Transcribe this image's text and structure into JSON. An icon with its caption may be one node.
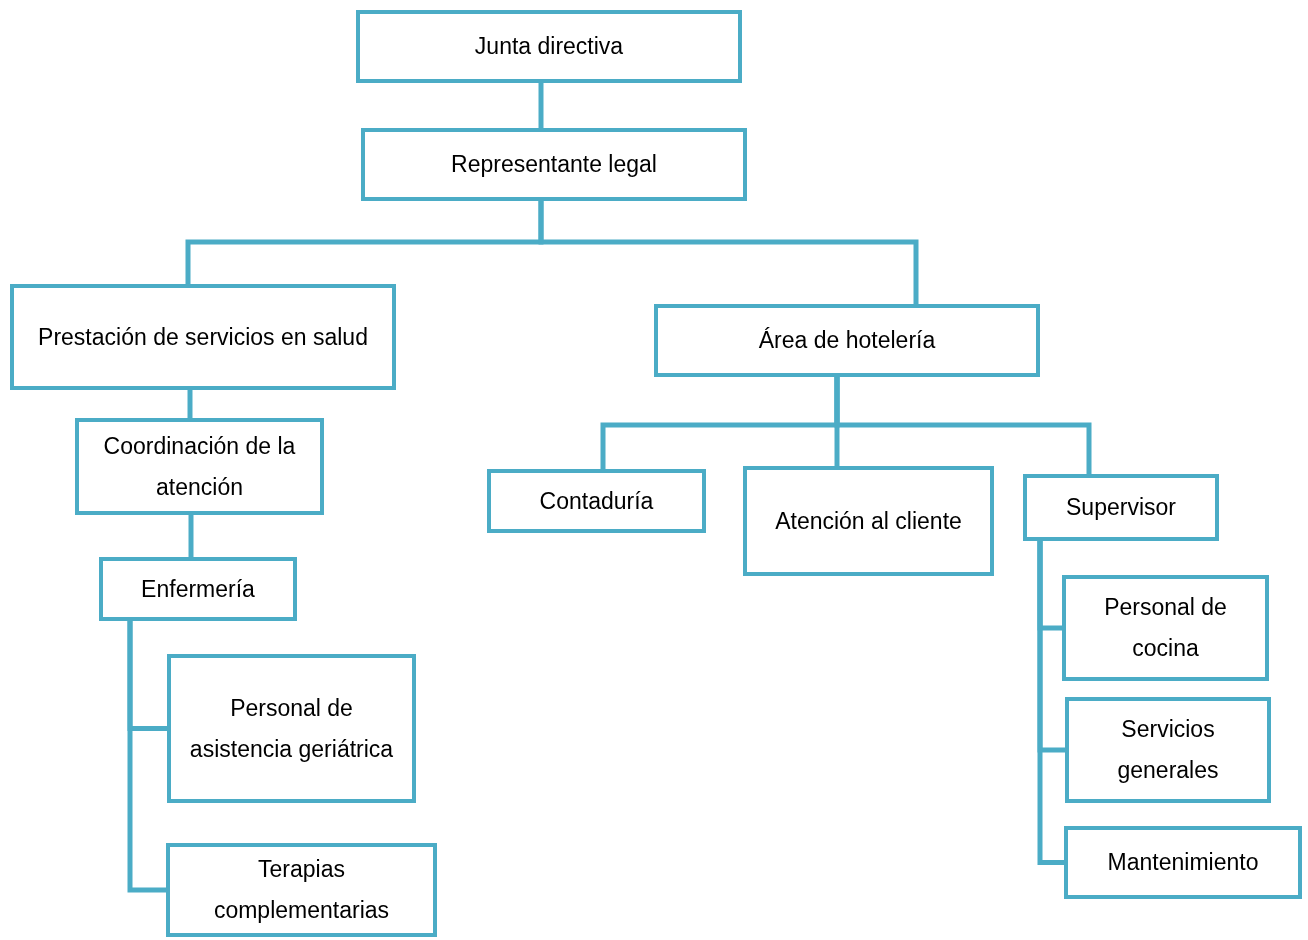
{
  "diagram": {
    "nodes": [
      {
        "text": [
          "Junta directiva"
        ]
      },
      {
        "text": [
          "Representante legal"
        ]
      },
      {
        "text": [
          "Prestación de servicios en salud"
        ]
      },
      {
        "text": [
          "Área de hotelería"
        ]
      },
      {
        "text": [
          "Coordinación de la atención"
        ]
      },
      {
        "text": [
          "Enfermería"
        ]
      },
      {
        "text": [
          "Personal de asistencia geriátrica"
        ]
      },
      {
        "text": [
          "Terapias complementarias"
        ]
      },
      {
        "text": [
          "Contaduría"
        ]
      },
      {
        "text": [
          "Atención al cliente"
        ]
      },
      {
        "text": [
          "Supervisor"
        ]
      },
      {
        "text": [
          "Personal de cocina"
        ]
      },
      {
        "text": [
          "Servicios generales"
        ]
      },
      {
        "text": [
          "Mantenimiento"
        ]
      }
    ],
    "edges": [
      {
        "from": 0,
        "to": 1,
        "arrow": "none"
      },
      {
        "from": 1,
        "to": 2,
        "arrow": "none"
      },
      {
        "from": 1,
        "to": 3,
        "arrow": "none"
      },
      {
        "from": 2,
        "to": 4,
        "arrow": "none"
      },
      {
        "from": 4,
        "to": 5,
        "arrow": "none"
      },
      {
        "from": 5,
        "to": 6,
        "arrow": "none"
      },
      {
        "from": 5,
        "to": 7,
        "arrow": "none"
      },
      {
        "from": 3,
        "to": 8,
        "arrow": "none"
      },
      {
        "from": 3,
        "to": 9,
        "arrow": "none"
      },
      {
        "from": 3,
        "to": 10,
        "arrow": "none"
      },
      {
        "from": 10,
        "to": 11,
        "arrow": "none"
      },
      {
        "from": 10,
        "to": 12,
        "arrow": "none"
      },
      {
        "from": 10,
        "to": 13,
        "arrow": "none"
      }
    ]
  }
}
